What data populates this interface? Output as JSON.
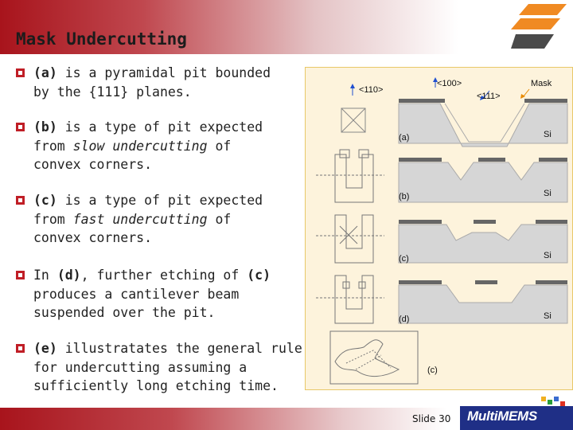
{
  "slide": {
    "title": "Mask Undercutting",
    "slide_number": "Slide 30",
    "logo_text": "MultiMEMS"
  },
  "bullets": [
    {
      "p1": "(a)",
      "p2": " is a pyramidal pit bounded",
      "line2": "by the {111} planes."
    },
    {
      "p1": "(b)",
      "p2": " is a type of pit expected",
      "line2_a": "from ",
      "line2_em": "slow undercutting",
      "line2_b": " of",
      "line3": "convex corners."
    },
    {
      "p1": "(c)",
      "p2": " is a type of pit expected",
      "line2_a": "from ",
      "line2_em": "fast undercutting",
      "line2_b": " of",
      "line3": "convex corners."
    },
    {
      "p1": "In ",
      "p2": "(d)",
      "p3": ", further etching of ",
      "p4": "(c)",
      "line2": "produces a cantilever beam",
      "line3": "suspended over the pit."
    },
    {
      "p1": "(e)",
      "p2": " illustratates the general rule",
      "line2": "for undercutting assuming a",
      "line3": "sufficiently long etching time."
    }
  ],
  "figure": {
    "label_110": "<110>",
    "label_100": "<100>",
    "label_111": "<111>",
    "label_mask": "Mask",
    "label_a": "(a)",
    "label_b": "(b)",
    "label_c": "(c)",
    "label_d": "(d)",
    "label_e": "(c)",
    "si_a": "Si",
    "si_b": "Si",
    "si_c": "Si",
    "si_d": "Si"
  },
  "colors": {
    "accent": "#c01e26",
    "figure_bg": "#fdf3dc",
    "figure_border": "#e8c868",
    "silicon": "#d6d6d6",
    "mask": "#666666",
    "logo_blue": "#1f2f86"
  }
}
